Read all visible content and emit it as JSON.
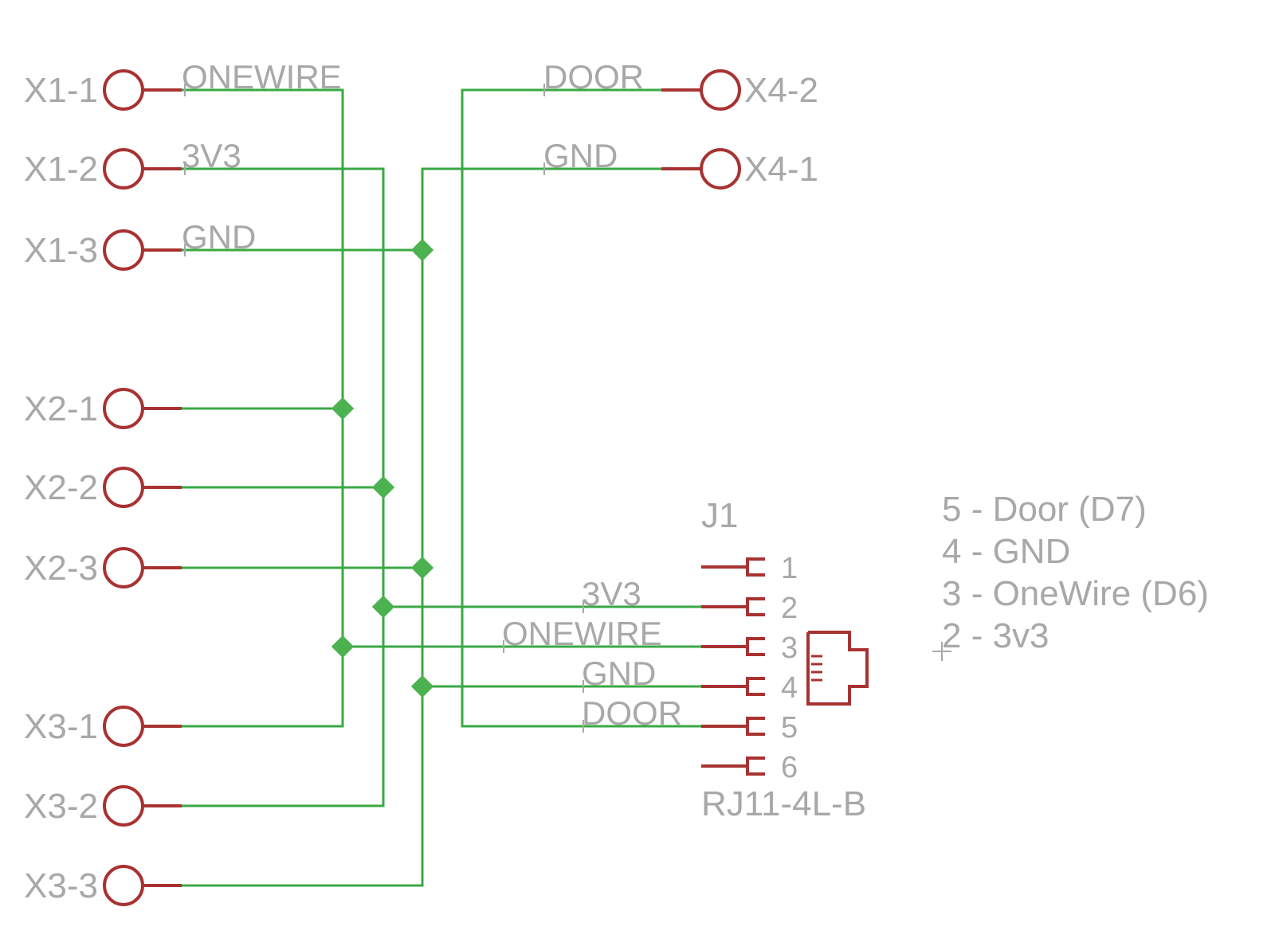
{
  "colors": {
    "wire": "#3aa844",
    "junction": "#4bb24f",
    "symbol": "#a83232",
    "text": "#a8a8a8",
    "background": "#ffffff"
  },
  "left_terminals": [
    {
      "label": "X1-1",
      "net": "ONEWIRE"
    },
    {
      "label": "X1-2",
      "net": "3V3"
    },
    {
      "label": "X1-3",
      "net": "GND"
    },
    {
      "label": "X2-1",
      "net": ""
    },
    {
      "label": "X2-2",
      "net": ""
    },
    {
      "label": "X2-3",
      "net": ""
    },
    {
      "label": "X3-1",
      "net": ""
    },
    {
      "label": "X3-2",
      "net": ""
    },
    {
      "label": "X3-3",
      "net": ""
    }
  ],
  "right_terminals": [
    {
      "label": "X4-2",
      "net": "DOOR"
    },
    {
      "label": "X4-1",
      "net": "GND"
    }
  ],
  "connector": {
    "name": "J1",
    "value": "RJ11-4L-B",
    "pins": [
      "1",
      "2",
      "3",
      "4",
      "5",
      "6"
    ],
    "pin_nets": [
      "",
      "3V3",
      "ONEWIRE",
      "GND",
      "DOOR",
      ""
    ]
  },
  "legend": [
    "5 - Door (D7)",
    "4 - GND",
    "3 - OneWire (D6)",
    "2 - 3v3"
  ]
}
